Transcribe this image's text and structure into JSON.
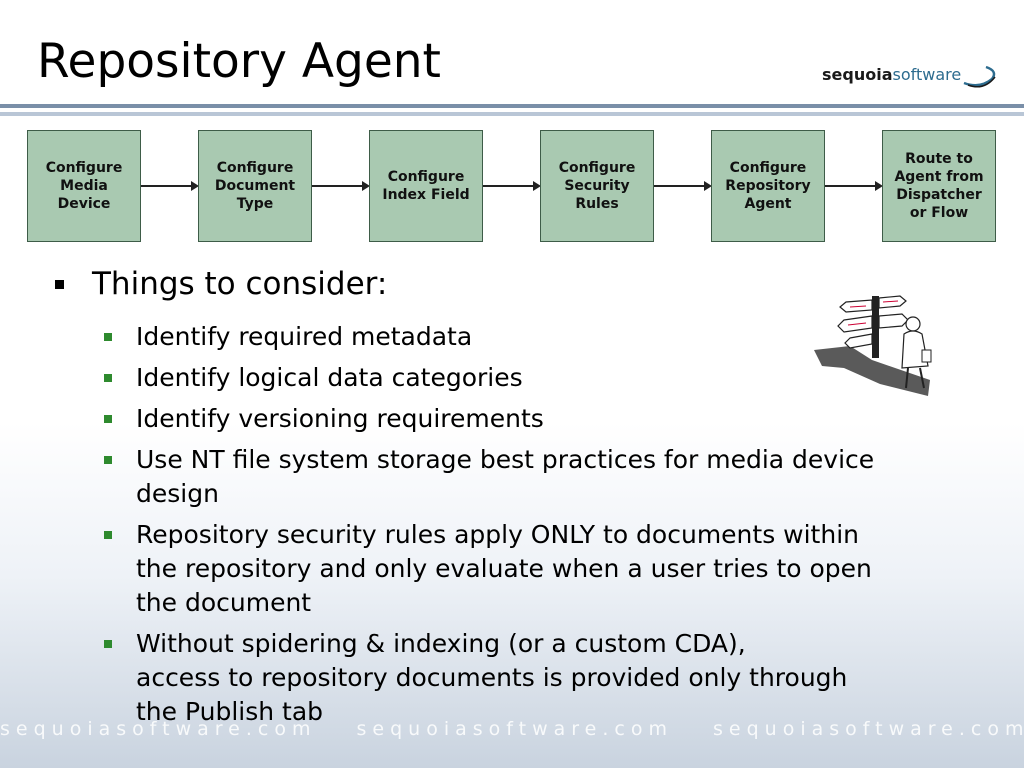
{
  "slide": {
    "title": "Repository Agent"
  },
  "logo": {
    "bold": "sequoia",
    "light": "software"
  },
  "flow": {
    "steps": [
      "Configure\nMedia\nDevice",
      "Configure\nDocument\nType",
      "Configure\nIndex Field",
      "Configure\nSecurity\nRules",
      "Configure\nRepository\nAgent",
      "Route to\nAgent from\nDispatcher\nor Flow"
    ]
  },
  "content": {
    "heading": "Things to consider:",
    "items": [
      "Identify required metadata",
      "Identify logical data categories",
      "Identify versioning requirements",
      "Use NT file system storage best practices for media device\ndesign",
      "Repository security rules apply ONLY to documents within\nthe repository and only evaluate when a user tries to open\nthe document",
      "Without spidering & indexing (or a custom CDA),\naccess to repository documents is provided only through\nthe Publish tab"
    ]
  },
  "watermark": {
    "text": "sequoiasoftware.com"
  }
}
